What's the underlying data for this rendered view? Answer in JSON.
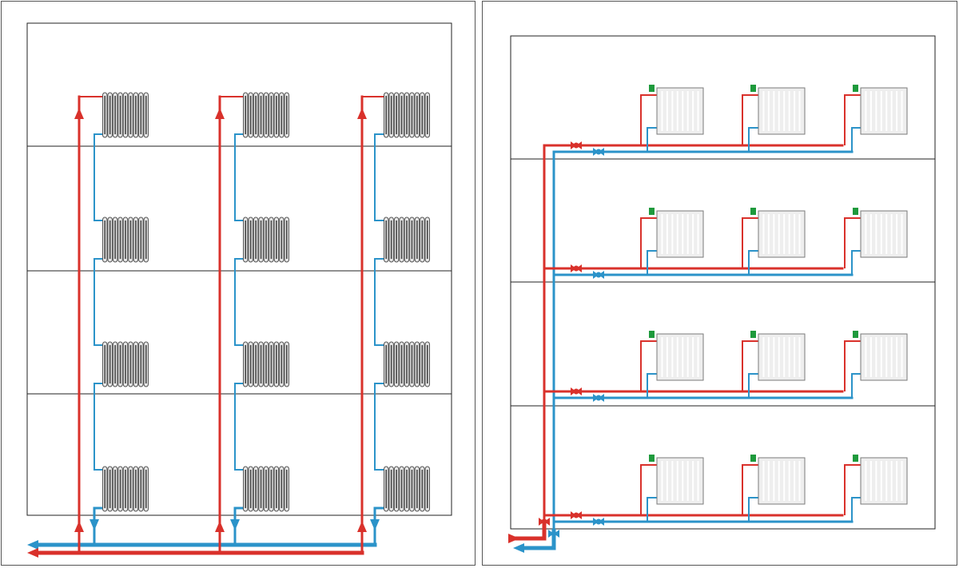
{
  "colors": {
    "supply": "#d9312b",
    "return": "#2b93c9",
    "floor_line": "#222222",
    "thermostat": "#1e9a3c",
    "radiator_fill": "#e6e6e6",
    "radiator_stroke": "#7a7a7a"
  },
  "left_diagram": {
    "system": "vertical-riser-single-pipe",
    "floors": 4,
    "risers": 3,
    "radiator_style": "sectional-cast-iron",
    "icons": [
      "radiator-icon",
      "flow-arrow-up-icon",
      "flow-arrow-down-icon",
      "flow-arrow-left-icon"
    ]
  },
  "right_diagram": {
    "system": "horizontal-two-pipe",
    "floors": 4,
    "radiators_per_floor": 3,
    "radiator_style": "panel",
    "icons": [
      "panel-radiator-icon",
      "thermostat-valve-icon",
      "balancing-valve-icon",
      "flow-arrow-icon"
    ]
  }
}
